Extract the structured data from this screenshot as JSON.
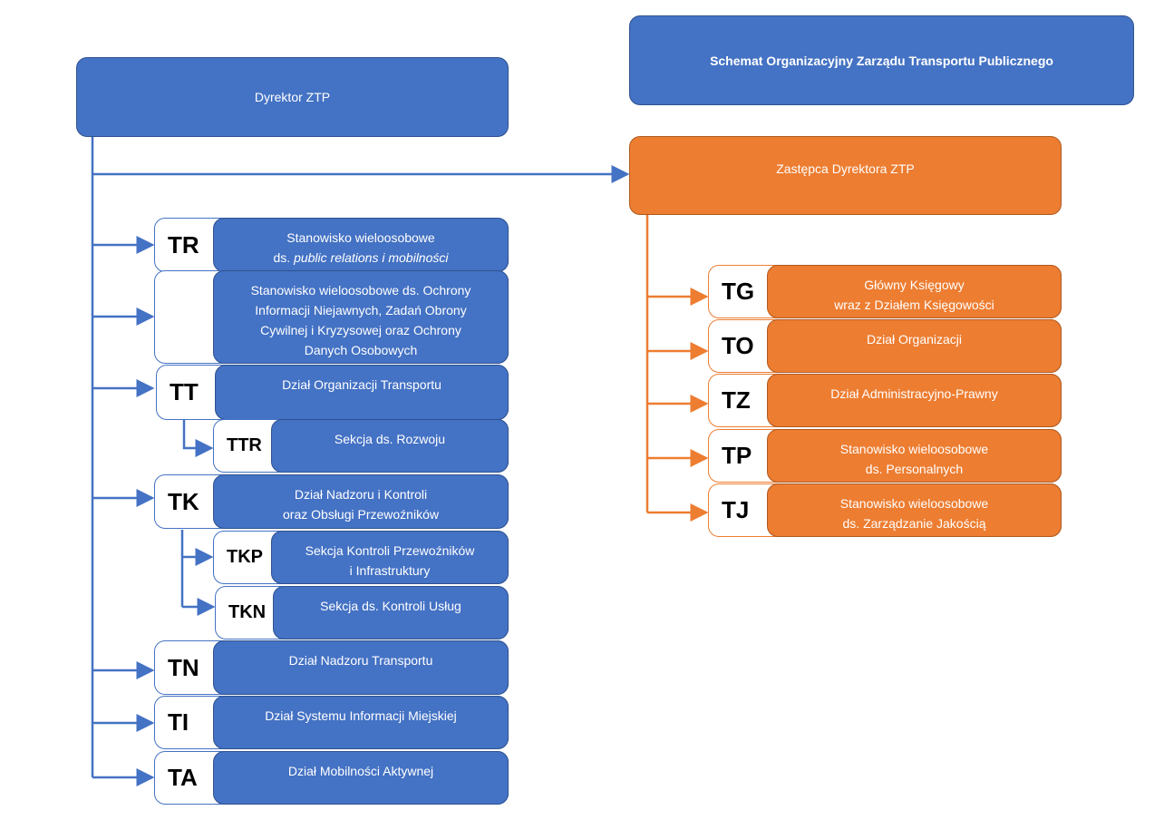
{
  "title": "Schemat  Organizacyjny Zarządu Transportu Publicznego",
  "director": "Dyrektor ZTP",
  "deputy": "Zastępca Dyrektora ZTP",
  "colors": {
    "blue": "#4472C4",
    "orange": "#ED7D31"
  },
  "left_units": [
    {
      "code": "TR",
      "lines": [
        "Stanowisko wieloosobowe",
        "ds. <i>public relations i mobilności</i>"
      ]
    },
    {
      "code": "",
      "lines": [
        "Stanowisko wieloosobowe ds. Ochrony",
        "Informacji Niejawnych, Zadań Obrony",
        "Cywilnej i Kryzysowej oraz Ochrony",
        "Danych Osobowych"
      ]
    },
    {
      "code": "TT",
      "lines": [
        "Dział Organizacji Transportu"
      ]
    },
    {
      "code": "TTR",
      "lines": [
        "Sekcja ds. Rozwoju"
      ]
    },
    {
      "code": "TK",
      "lines": [
        "Dział Nadzoru i Kontroli",
        "oraz Obsługi Przewoźników"
      ]
    },
    {
      "code": "TKP",
      "lines": [
        "Sekcja Kontroli Przewoźników",
        "i Infrastruktury"
      ]
    },
    {
      "code": "TKN",
      "lines": [
        "Sekcja ds. Kontroli Usług"
      ]
    },
    {
      "code": "TN",
      "lines": [
        "Dział Nadzoru Transportu"
      ]
    },
    {
      "code": "TI",
      "lines": [
        "Dział Systemu Informacji Miejskiej"
      ]
    },
    {
      "code": "TA",
      "lines": [
        "Dział Mobilności Aktywnej"
      ]
    }
  ],
  "right_units": [
    {
      "code": "TG",
      "lines": [
        "Główny Księgowy",
        "wraz z Działem Księgowości"
      ]
    },
    {
      "code": "TO",
      "lines": [
        "Dział Organizacji"
      ]
    },
    {
      "code": "TZ",
      "lines": [
        "Dział Administracyjno-Prawny"
      ]
    },
    {
      "code": "TP",
      "lines": [
        "Stanowisko wieloosobowe",
        "ds. Personalnych"
      ]
    },
    {
      "code": "TJ",
      "lines": [
        "Stanowisko wieloosobowe",
        "ds. Zarządzanie Jakością"
      ]
    }
  ]
}
